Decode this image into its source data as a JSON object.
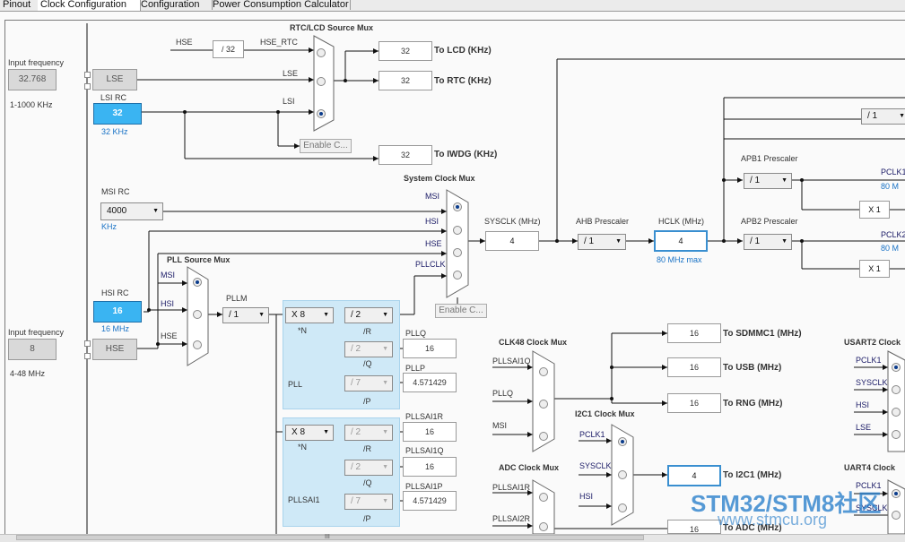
{
  "tabs": [
    "Pinout",
    "Clock Configuration",
    "Configuration",
    "Power Consumption Calculator"
  ],
  "left": {
    "input_freq_label_1": "Input frequency",
    "lse_input_value": "32.768",
    "lse_range": "1-1000 KHz",
    "input_freq_label_2": "Input frequency",
    "hse_input_value": "8",
    "hse_range": "4-48 MHz",
    "lse_block": "LSE",
    "hse_block": "HSE",
    "lsi_title": "LSI RC",
    "lsi_value": "32",
    "lsi_unit": "32 KHz",
    "msi_title": "MSI RC",
    "msi_value": "4000",
    "msi_unit": "KHz",
    "hsi_title": "HSI RC",
    "hsi_value": "16",
    "hsi_unit": "16 MHz"
  },
  "rtc": {
    "title": "RTC/LCD Source Mux",
    "hse_label": "HSE",
    "div": "/ 32",
    "hse_rtc": "HSE_RTC",
    "lse_label": "LSE",
    "lsi_label": "LSI",
    "enable_btn": "Enable C...",
    "lcd_value": "32",
    "lcd_label": "To LCD (KHz)",
    "rtc_value": "32",
    "rtc_label": "To RTC (KHz)",
    "iwdg_value": "32",
    "iwdg_label": "To IWDG (KHz)"
  },
  "sysmux": {
    "title": "System Clock Mux",
    "msi": "MSI",
    "hsi": "HSI",
    "hse": "HSE",
    "pllclk": "PLLCLK",
    "enable_btn": "Enable C...",
    "sysclk_label": "SYSCLK (MHz)",
    "sysclk_value": "4"
  },
  "ahb": {
    "title": "AHB Prescaler",
    "value": "/ 1",
    "hclk_label": "HCLK (MHz)",
    "hclk_value": "4",
    "hclk_max": "80 MHz max"
  },
  "apb": {
    "top_value": "/ 1",
    "apb1_title": "APB1 Prescaler",
    "apb1_value": "/ 1",
    "pclk1": "PCLK1",
    "pclk1_max": "80 M",
    "x1a": "X 1",
    "apb2_title": "APB2 Prescaler",
    "apb2_value": "/ 1",
    "pclk2": "PCLK2",
    "pclk2_max": "80 M",
    "x1b": "X 1"
  },
  "pll": {
    "src_title": "PLL Source Mux",
    "msi": "MSI",
    "hsi": "HSI",
    "hse": "HSE",
    "pllm_label": "PLLM",
    "pllm_value": "/ 1",
    "n_value": "X 8",
    "n_label": "*N",
    "r_value": "/ 2",
    "r_label": "/R",
    "q_value": "/ 2",
    "q_label": "/Q",
    "p_value": "/ 7",
    "p_label": "/P",
    "pll_name": "PLL",
    "pllq_label": "PLLQ",
    "pllq_value": "16",
    "pllp_label": "PLLP",
    "pllp_value": "4.571429"
  },
  "pllsai1": {
    "n_value": "X 8",
    "n_label": "*N",
    "r_value": "/ 2",
    "r_label": "/R",
    "q_value": "/ 2",
    "q_label": "/Q",
    "p_value": "/ 7",
    "p_label": "/P",
    "name": "PLLSAI1",
    "r_out_label": "PLLSAI1R",
    "r_out_value": "16",
    "q_out_label": "PLLSAI1Q",
    "q_out_value": "16",
    "p_out_label": "PLLSAI1P",
    "p_out_value": "4.571429"
  },
  "clk48": {
    "title": "CLK48 Clock Mux",
    "in1": "PLLSAI1Q",
    "in2": "PLLQ",
    "in3": "MSI",
    "sdmmc_value": "16",
    "sdmmc_label": "To SDMMC1 (MHz)",
    "usb_value": "16",
    "usb_label": "To USB (MHz)",
    "rng_value": "16",
    "rng_label": "To RNG (MHz)"
  },
  "i2c1": {
    "title": "I2C1 Clock Mux",
    "in1": "PCLK1",
    "in2": "SYSCLK",
    "in3": "HSI",
    "value": "4",
    "label": "To I2C1 (MHz)"
  },
  "adc": {
    "title": "ADC Clock Mux",
    "in1": "PLLSAI1R",
    "in2": "PLLSAI2R",
    "value": "16",
    "label": "To ADC (MHz)"
  },
  "usart2": {
    "title": "USART2 Clock",
    "in1": "PCLK1",
    "in2": "SYSCLK",
    "in3": "HSI",
    "in4": "LSE"
  },
  "uart4": {
    "title": "UART4 Clock",
    "in1": "PCLK1",
    "in2": "SYSCLK"
  },
  "watermark": {
    "line1": "STM32/STM8社区",
    "line2": "www.stmcu.org"
  },
  "scrollbar": {
    "grip": "III"
  }
}
